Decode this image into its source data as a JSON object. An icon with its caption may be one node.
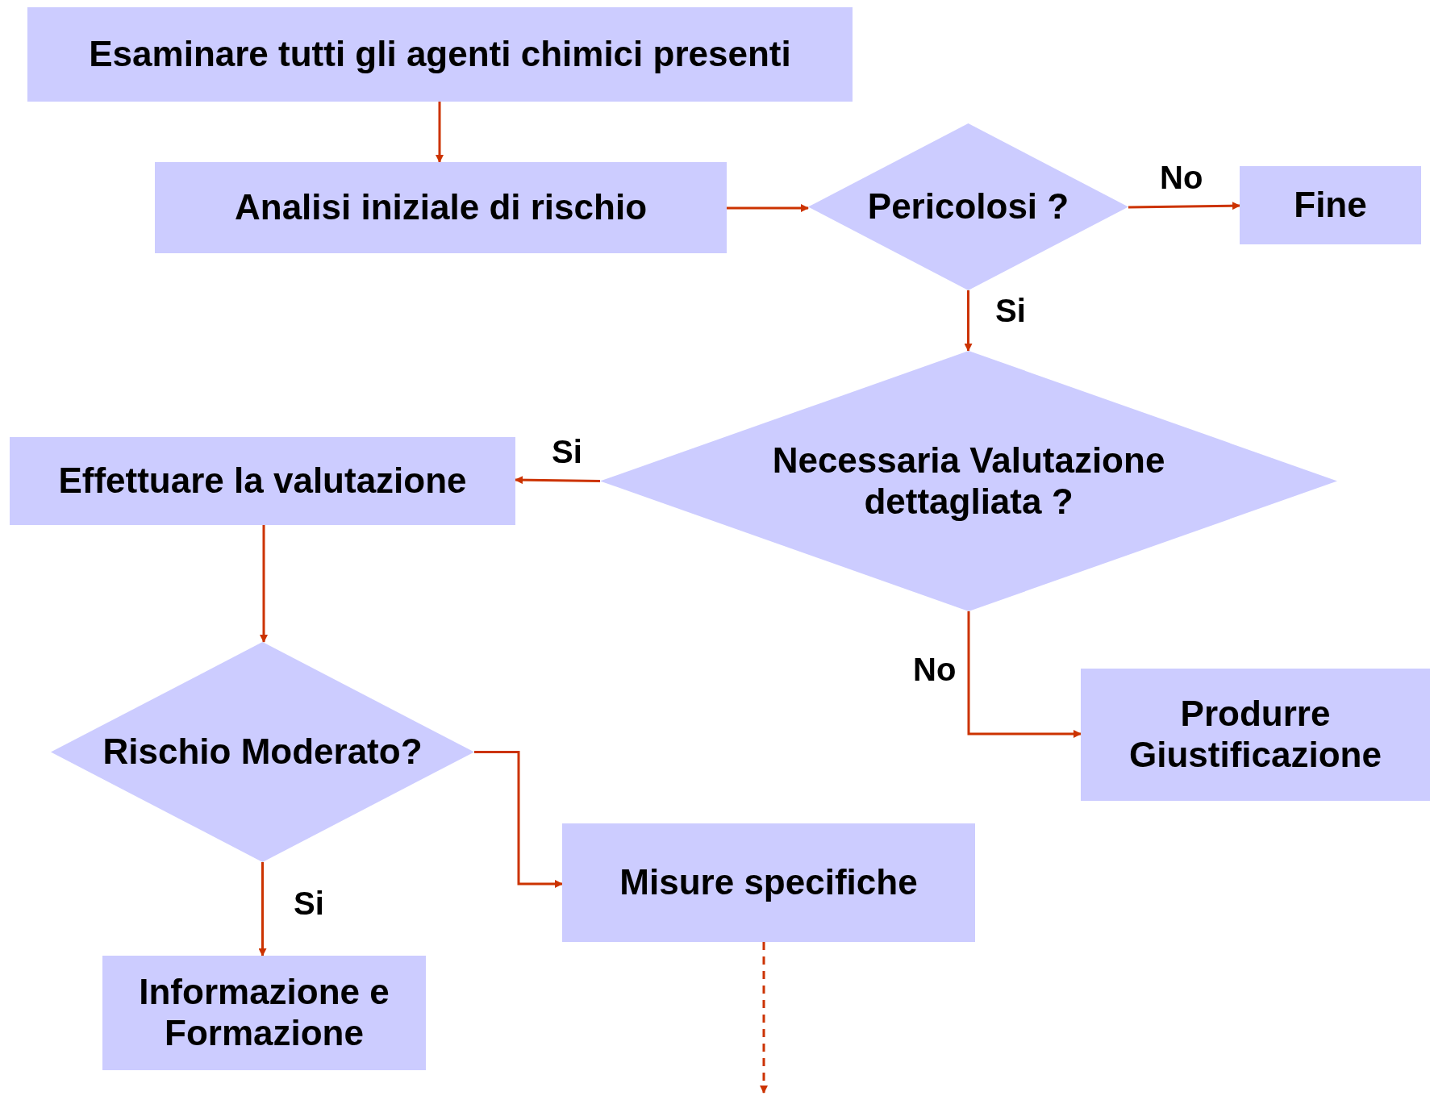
{
  "diagram": {
    "nodes": [
      {
        "text": [
          "Esaminare tutti gli agenti chimici presenti"
        ]
      },
      {
        "text": [
          "Analisi iniziale di rischio"
        ]
      },
      {
        "text": [
          "Pericolosi ?"
        ]
      },
      {
        "text": [
          "Fine"
        ]
      },
      {
        "text": [
          "Necessaria Valutazione dettagliata ?"
        ]
      },
      {
        "text": [
          "Effettuare la valutazione"
        ]
      },
      {
        "text": [
          "Rischio Moderato?"
        ]
      },
      {
        "text": [
          "Produrre Giustificazione"
        ]
      },
      {
        "text": [
          "Misure specifiche"
        ]
      },
      {
        "text": [
          "Informazione e Formazione"
        ]
      }
    ],
    "edges": [
      {
        "from": 0,
        "to": 1,
        "arrow": "to"
      },
      {
        "from": 1,
        "to": 2,
        "arrow": "to"
      },
      {
        "from": 2,
        "to": 3,
        "arrow": "to",
        "label": "No"
      },
      {
        "from": 2,
        "to": 4,
        "arrow": "to",
        "label": "Si"
      },
      {
        "from": 4,
        "to": 5,
        "arrow": "to",
        "label": "Si"
      },
      {
        "from": 5,
        "to": 6,
        "arrow": "to"
      },
      {
        "from": 6,
        "to": 8,
        "arrow": "to"
      },
      {
        "from": 6,
        "to": 9,
        "arrow": "to",
        "label": "Si"
      },
      {
        "from": 4,
        "to": 7,
        "arrow": "to",
        "label": "No"
      },
      {
        "from": 8,
        "to": null,
        "arrow": "to",
        "style": "dashed"
      }
    ]
  }
}
